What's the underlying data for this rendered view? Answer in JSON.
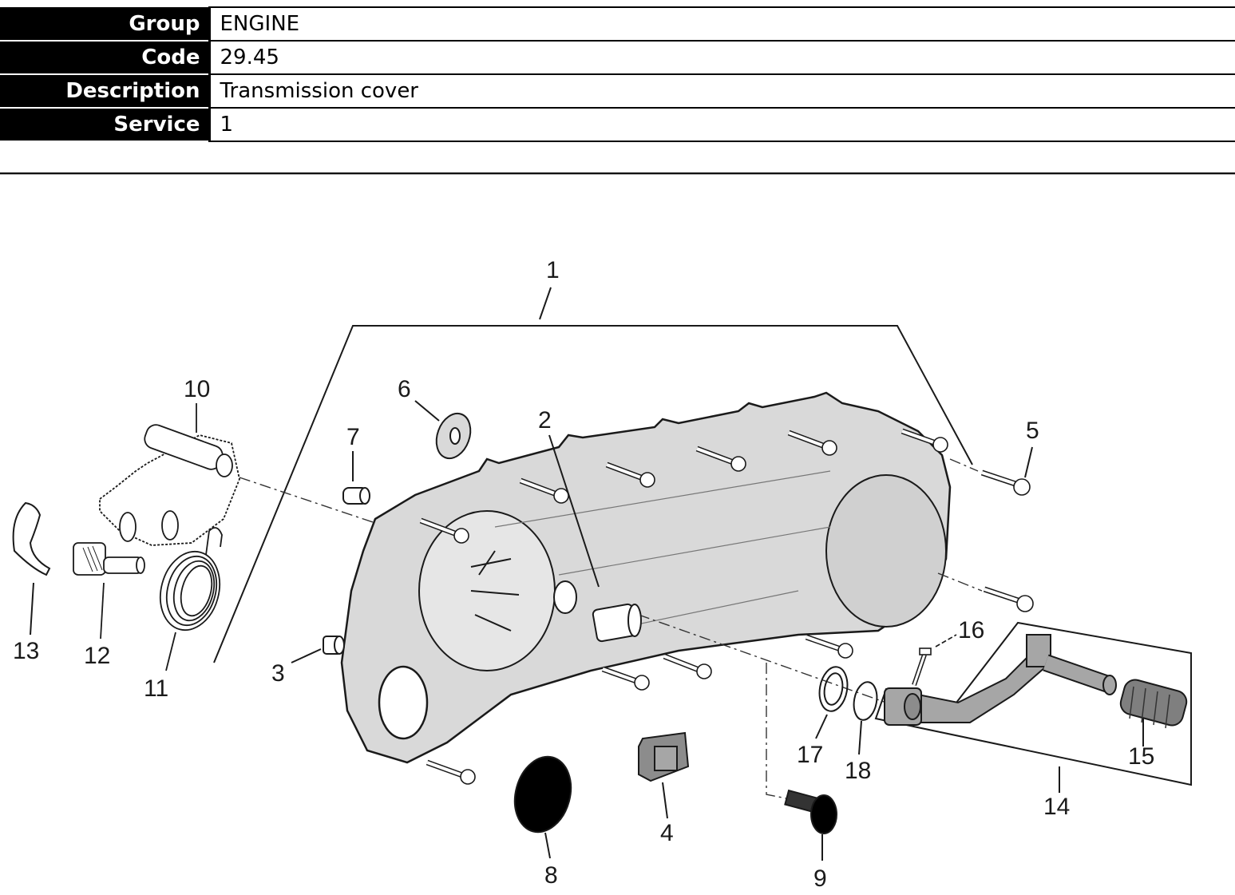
{
  "info": {
    "rows": [
      {
        "label": "Group",
        "value": "ENGINE"
      },
      {
        "label": "Code",
        "value": "29.45"
      },
      {
        "label": "Description",
        "value": "Transmission cover"
      },
      {
        "label": "Service",
        "value": "1"
      }
    ]
  },
  "diagram": {
    "title": "Transmission cover exploded view",
    "callouts": {
      "c1": "1",
      "c2": "2",
      "c3": "3",
      "c4": "4",
      "c5": "5",
      "c6": "6",
      "c7": "7",
      "c8": "8",
      "c9": "9",
      "c10": "10",
      "c11": "11",
      "c12": "12",
      "c13": "13",
      "c14": "14",
      "c15": "15",
      "c16": "16",
      "c17": "17",
      "c18": "18"
    },
    "colors": {
      "cover_fill": "#d9d9d9",
      "part_fill": "#a6a6a6",
      "dark_fill": "#000000",
      "line": "#1a1a1a"
    }
  }
}
